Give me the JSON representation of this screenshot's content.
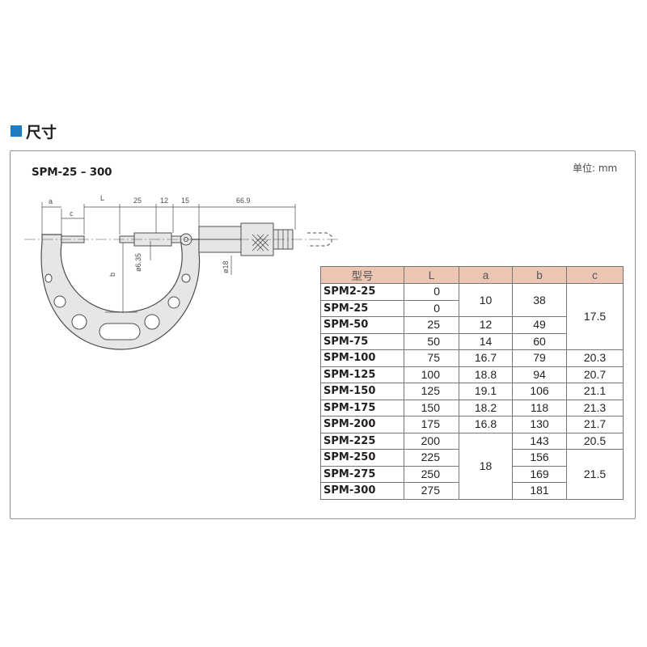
{
  "section": {
    "title": "尺寸"
  },
  "model_title": "SPM-25 – 300",
  "unit_label": "单位: mm",
  "diagram": {
    "dims": {
      "a": "a",
      "c": "c",
      "L": "L",
      "d25": "25",
      "d12": "12",
      "d15": "15",
      "d669": "66.9",
      "b": "b",
      "phi635": "ø6.35",
      "phi18": "ø18"
    }
  },
  "table": {
    "headers": [
      "型号",
      "L",
      "a",
      "b",
      "c"
    ],
    "rows": [
      {
        "model": "SPM2-25",
        "L": "0"
      },
      {
        "model": "SPM-25",
        "L": "0"
      },
      {
        "model": "SPM-50",
        "L": "25"
      },
      {
        "model": "SPM-75",
        "L": "50"
      },
      {
        "model": "SPM-100",
        "L": "75"
      },
      {
        "model": "SPM-125",
        "L": "100"
      },
      {
        "model": "SPM-150",
        "L": "125"
      },
      {
        "model": "SPM-175",
        "L": "150"
      },
      {
        "model": "SPM-200",
        "L": "175"
      },
      {
        "model": "SPM-225",
        "L": "200"
      },
      {
        "model": "SPM-250",
        "L": "225"
      },
      {
        "model": "SPM-275",
        "L": "250"
      },
      {
        "model": "SPM-300",
        "L": "275"
      }
    ],
    "a_values": [
      "10",
      "12",
      "14",
      "16.7",
      "18.8",
      "19.1",
      "18.2",
      "16.8",
      "18"
    ],
    "b_values": [
      "38",
      "49",
      "60",
      "79",
      "94",
      "106",
      "118",
      "130",
      "143",
      "156",
      "169",
      "181"
    ],
    "c_values": [
      "17.5",
      "20.3",
      "20.7",
      "21.1",
      "21.3",
      "21.7",
      "20.5",
      "21.5"
    ]
  }
}
